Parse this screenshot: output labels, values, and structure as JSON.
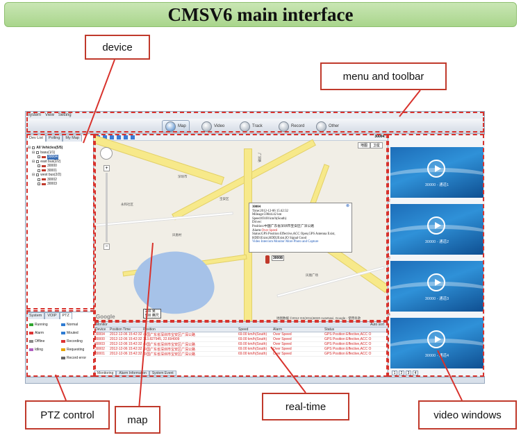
{
  "banner": {
    "title": "CMSV6 main interface"
  },
  "callouts": {
    "device": "device",
    "menu_toolbar": "menu and toolbar",
    "ptz": "PTZ control",
    "map": "map",
    "realtime": "real-time",
    "video": "video windows"
  },
  "menubar": {
    "items": [
      "System",
      "View",
      "Setting"
    ]
  },
  "toolbar": {
    "buttons": [
      {
        "label": "Map",
        "icon": "globe-icon"
      },
      {
        "label": "Video",
        "icon": "video-icon"
      },
      {
        "label": "Track",
        "icon": "track-icon"
      },
      {
        "label": "Record",
        "icon": "record-icon"
      },
      {
        "label": "Other",
        "icon": "gear-icon"
      }
    ]
  },
  "left": {
    "tabs": [
      "Dev List",
      "Polling",
      "My Map"
    ],
    "tree": {
      "root": "All Vehicles(5/5)",
      "group1": "basu(1/1)",
      "group1_item": "30004",
      "group2": "east bus(2/2)",
      "group2_items": [
        "30000",
        "30001"
      ],
      "group3": "west bus(2/2)",
      "group3_items": [
        "30002",
        "30003"
      ]
    },
    "ptz_tabs": [
      "System",
      "VOIP",
      "PTZ"
    ],
    "legend_left": [
      "Running",
      "Alarm",
      "Offline",
      "Idling"
    ],
    "legend_right": [
      "Normal",
      "Mouted",
      "Recording",
      "Requesting",
      "Record error"
    ]
  },
  "map": {
    "channel_label": "30004:",
    "map_types": [
      "地图",
      "卫星"
    ],
    "popup": {
      "id": "30004",
      "time": "Time:2012-12-06 15:42:32",
      "mileage": "Mileage:59844.42 km",
      "speed": "Speed:69.00 km/h(South)",
      "driver": "Driver:",
      "position": "Position:中国广东省深圳市宝安区广深公路",
      "alarm_label": "Alarm:",
      "alarm_value": "Over Speed",
      "status": "Status:GPS Position Effective,ACC Open,GPS Antenna Exist, HDD1Exist,HDD2Exist,IO Signal Good",
      "links": "Video  Intercom  Monitor  More  Photo and Capture"
    },
    "vehicle_label": "30008",
    "scale": [
      "200 米",
      "500 英尺"
    ],
    "copyright": "地图数据 ©2012 GS(2011)6020 AutoNavi, Google - 使用条款",
    "google": "Google",
    "place_labels": [
      "深圳市",
      "广深路",
      "宝安区",
      "凤凰村",
      "凤凰广场",
      "永和社区"
    ]
  },
  "realtime": {
    "monitor_label": "Monitor",
    "auto_label": "Auto sort",
    "columns": [
      "Device",
      "Position Time",
      "Position",
      "Speed",
      "Alarm",
      "Status"
    ],
    "rows": [
      [
        "30004",
        "2012-12-06 15:42:32",
        "中国广东省深圳市宝安区广深公路",
        "69.00 km/h(South)",
        "Over Speed",
        "GPS Position Effective,ACC O"
      ],
      [
        "30000",
        "2012-12-06 15:42:32",
        "113.827945, 22.694909",
        "69.00 km/h(South)",
        "Over Speed",
        "GPS Position Effective,ACC O"
      ],
      [
        "30003",
        "2012-12-06 15:42:32",
        "中国广东省深圳市宝安区广深公路",
        "69.00 km/h(South)",
        "Over Speed",
        "GPS Position Effective,ACC O"
      ],
      [
        "30002",
        "2012-12-06 15:42:32",
        "中国广东省深圳市宝安区广深公路",
        "69.00 km/h(South)",
        "Over Speed",
        "GPS Position Effective,ACC O"
      ],
      [
        "30001",
        "2012-12-06 15:42:32",
        "中国广东省深圳市宝安区广深公路",
        "69.00 km/h(South)",
        "Over Speed",
        "GPS Position Effective,ACC O"
      ]
    ],
    "tabs": [
      "Monitoring",
      "Alarm Information",
      "System Event"
    ]
  },
  "video": {
    "windows": [
      {
        "num": "1",
        "label": "30000 - 通道1"
      },
      {
        "num": "2",
        "label": "30000 - 通道2"
      },
      {
        "num": "3",
        "label": "30000 - 通道3"
      },
      {
        "num": "4",
        "label": "30000 - 通道4"
      }
    ],
    "pager": [
      "1",
      "2",
      "3",
      "4"
    ]
  },
  "colors": {
    "accent": "#d8322c",
    "banner": "#b5dc98",
    "video_bg": "#2f91d8"
  }
}
